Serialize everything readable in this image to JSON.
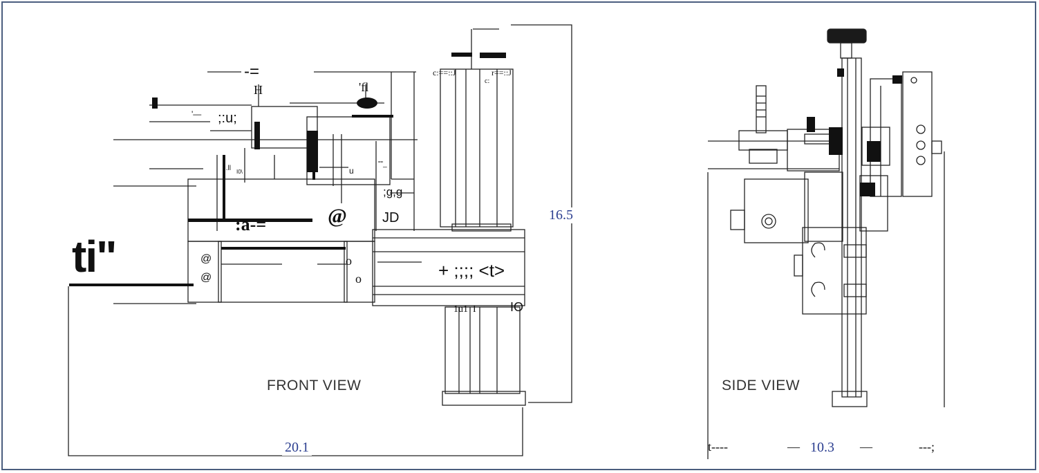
{
  "labels": {
    "front_view": "FRONT VIEW",
    "side_view": "SIDE VIEW"
  },
  "dimensions": {
    "width_front": "20.1",
    "height_front": "16.5",
    "width_side": "10.3"
  },
  "side_dim_marks": {
    "left": "t----",
    "left_dash": "—",
    "right_dash": "—",
    "right": "---;"
  },
  "ocr_fragments": {
    "f1": "-=",
    "f2": "H",
    "f3": "'fl",
    "f4": "'—",
    "f5": ";:u;",
    "f6": "ti\"",
    "f7": ":a-=",
    "f8": "@",
    "f9": "JD",
    "f10": ";g,g",
    "f11": "@",
    "f12": "@",
    "f13": "o",
    "f14": "o",
    "f15": "+ ;;;; <t>",
    "f16": "c:==::J",
    "f17": "r==::J",
    "f18": "c:",
    "f19": "1u1",
    "f20": "I",
    "f21": "IO",
    "f22": "\"\"_",
    "f23": "u",
    "f24": "..ll",
    "f25": "I0\\"
  },
  "colors": {
    "border": "#4a5d7e",
    "dimension_text": "#2a3d8f",
    "line": "#222222"
  }
}
